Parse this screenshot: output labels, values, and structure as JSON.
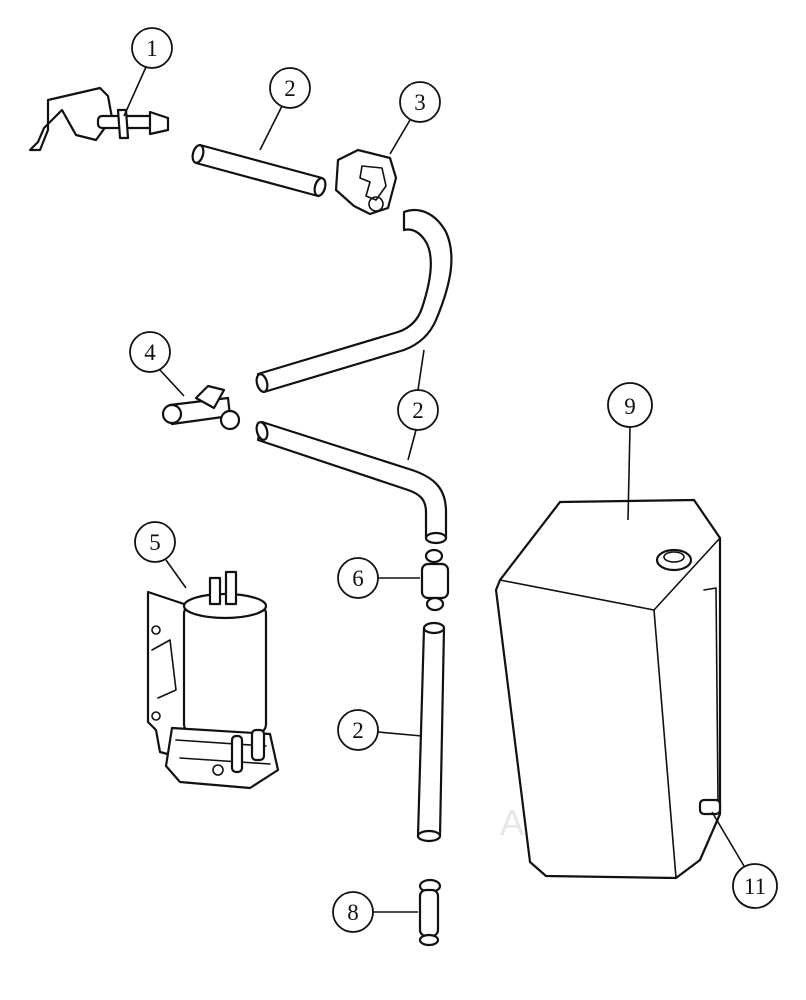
{
  "callouts": {
    "c1": "1",
    "c2a": "2",
    "c3": "3",
    "c4": "4",
    "c2b": "2",
    "c9": "9",
    "c5": "5",
    "c6": "6",
    "c2c": "2",
    "c8": "8",
    "c11": "11"
  },
  "watermark": "AutoSoft"
}
